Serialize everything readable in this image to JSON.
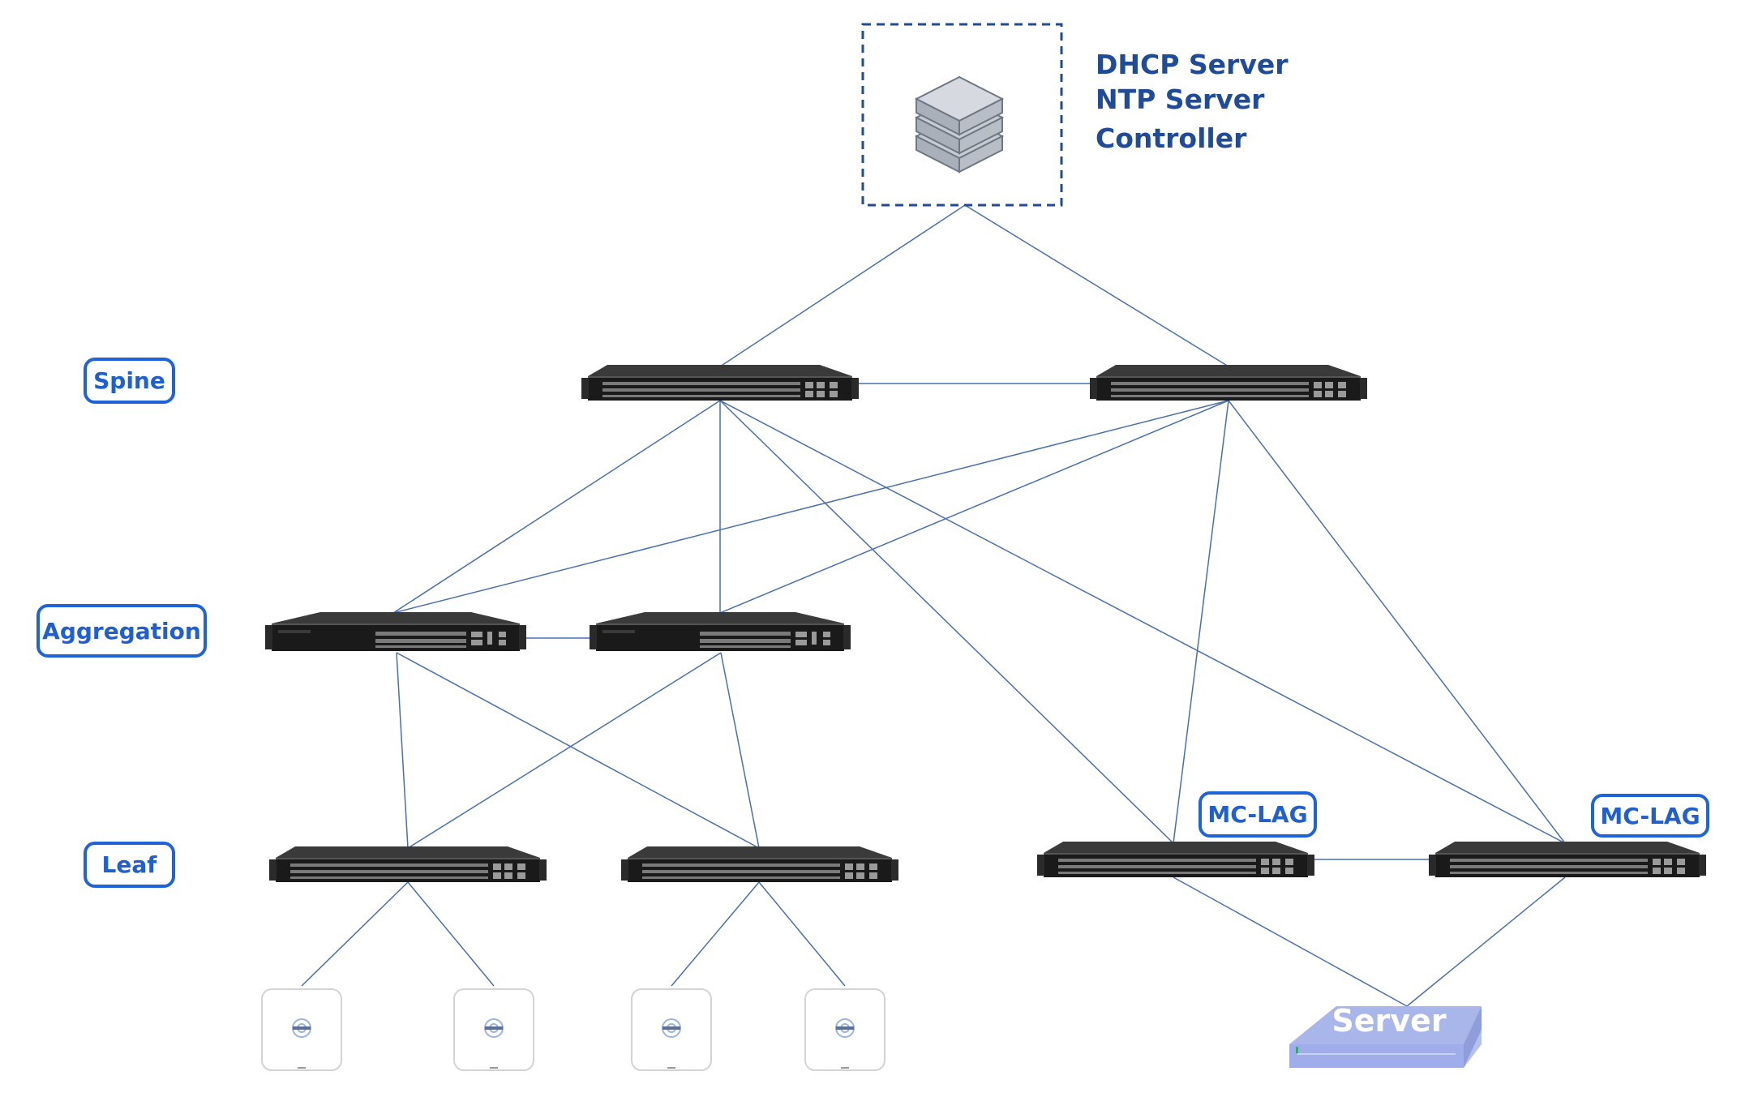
{
  "tiers": {
    "spine": "Spine",
    "aggregation": "Aggregation",
    "leaf": "Leaf"
  },
  "services": {
    "line1": "DHCP Server",
    "line2": "NTP Server",
    "line3": "Controller"
  },
  "mclag": {
    "left": "MC-LAG",
    "right": "MC-LAG"
  },
  "server_label": "Server",
  "icons": {
    "services_box": "server-stack-icon",
    "switch": "network-switch-icon",
    "access_point": "wireless-access-point-icon",
    "server": "rack-server-icon"
  },
  "colors": {
    "label_border": "#1f63d8",
    "label_text": "#1f5fd1",
    "service_text": "#1f4b99",
    "link_line": "#4a6fb0",
    "switch_body": "#1c1c1c",
    "server_body": "#a9b6ea"
  }
}
